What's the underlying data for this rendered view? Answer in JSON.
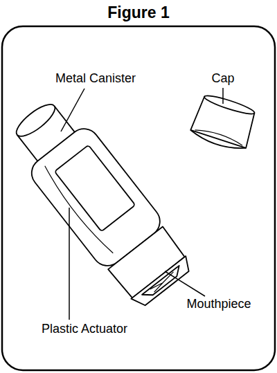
{
  "diagram": {
    "title": "Figure 1",
    "labels": [
      "Metal Canister",
      "Cap",
      "Mouthpiece",
      "Plastic Actuator"
    ]
  }
}
